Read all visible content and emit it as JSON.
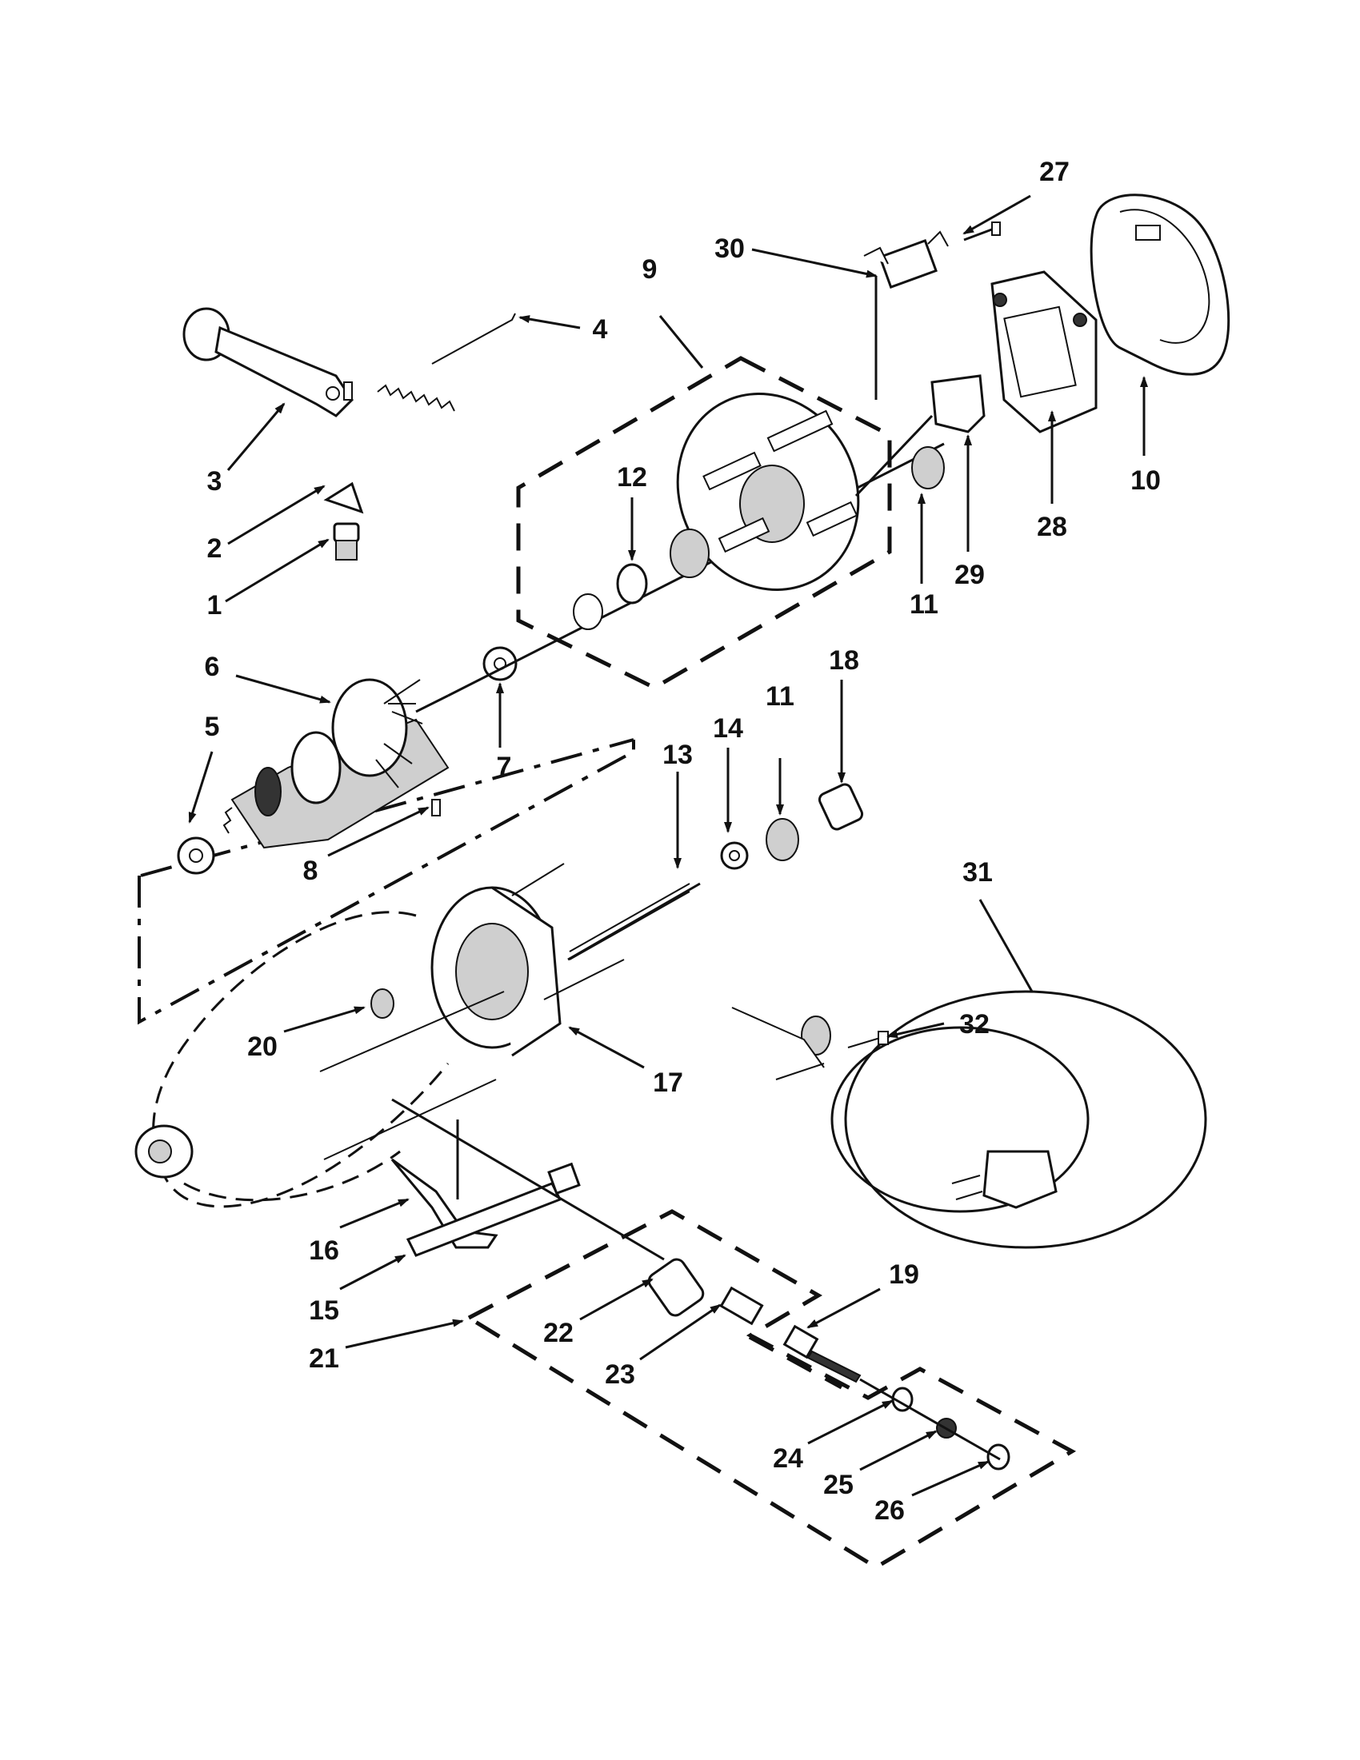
{
  "callouts": [
    {
      "id": "1",
      "text": "1"
    },
    {
      "id": "2",
      "text": "2"
    },
    {
      "id": "3",
      "text": "3"
    },
    {
      "id": "4",
      "text": "4"
    },
    {
      "id": "5",
      "text": "5"
    },
    {
      "id": "6",
      "text": "6"
    },
    {
      "id": "7",
      "text": "7"
    },
    {
      "id": "8",
      "text": "8"
    },
    {
      "id": "9",
      "text": "9"
    },
    {
      "id": "10",
      "text": "10"
    },
    {
      "id": "11a",
      "text": "11"
    },
    {
      "id": "11b",
      "text": "11"
    },
    {
      "id": "12",
      "text": "12"
    },
    {
      "id": "13",
      "text": "13"
    },
    {
      "id": "14",
      "text": "14"
    },
    {
      "id": "15",
      "text": "15"
    },
    {
      "id": "16",
      "text": "16"
    },
    {
      "id": "17",
      "text": "17"
    },
    {
      "id": "18",
      "text": "18"
    },
    {
      "id": "19",
      "text": "19"
    },
    {
      "id": "20",
      "text": "20"
    },
    {
      "id": "21",
      "text": "21"
    },
    {
      "id": "22",
      "text": "22"
    },
    {
      "id": "23",
      "text": "23"
    },
    {
      "id": "24",
      "text": "24"
    },
    {
      "id": "25",
      "text": "25"
    },
    {
      "id": "26",
      "text": "26"
    },
    {
      "id": "27",
      "text": "27"
    },
    {
      "id": "28",
      "text": "28"
    },
    {
      "id": "29",
      "text": "29"
    },
    {
      "id": "30",
      "text": "30"
    },
    {
      "id": "31",
      "text": "31"
    },
    {
      "id": "32",
      "text": "32"
    }
  ]
}
